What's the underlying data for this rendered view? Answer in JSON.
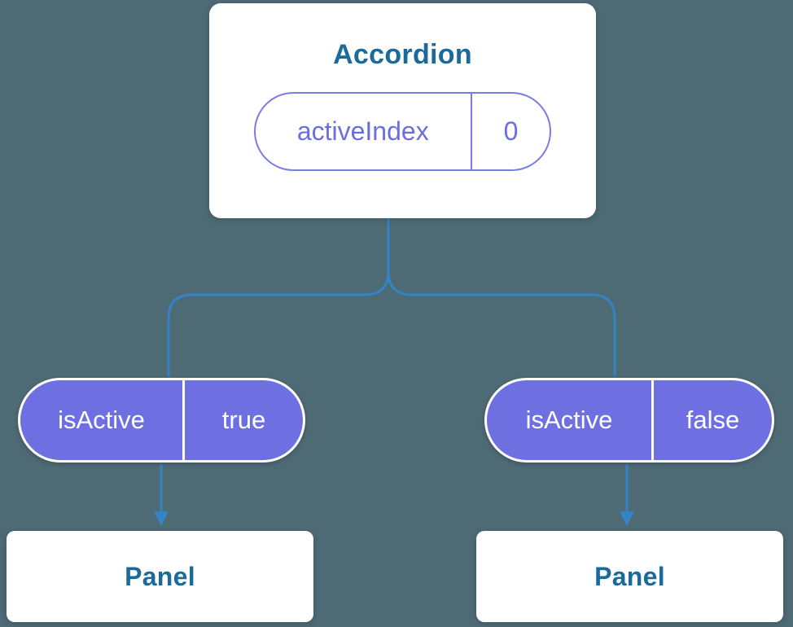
{
  "colors": {
    "background": "#4e6a75",
    "card_bg": "#ffffff",
    "heading_text": "#1a6a9b",
    "pill_outline": "#7a7ce6",
    "pill_outline_text": "#6b6ee2",
    "pill_filled_bg": "#6e70e2",
    "pill_filled_text": "#ffffff",
    "connector": "#3384c6"
  },
  "diagram": {
    "root": {
      "title": "Accordion",
      "state_pill": {
        "label": "activeIndex",
        "value": "0"
      }
    },
    "children": [
      {
        "prop_pill": {
          "label": "isActive",
          "value": "true"
        },
        "node": "Panel"
      },
      {
        "prop_pill": {
          "label": "isActive",
          "value": "false"
        },
        "node": "Panel"
      }
    ]
  }
}
